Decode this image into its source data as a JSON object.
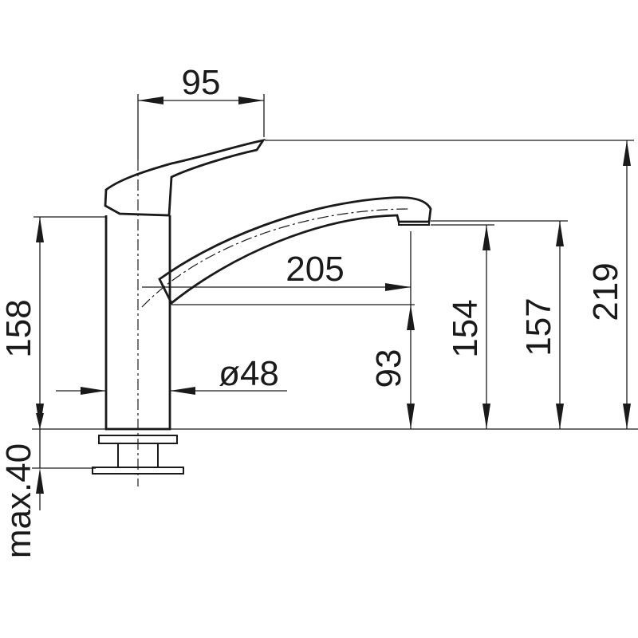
{
  "diagram": {
    "dimensions": {
      "lever_width": "95",
      "spout_reach": "205",
      "diameter": "ø48",
      "height_total": "219",
      "height_157": "157",
      "height_154": "154",
      "height_93": "93",
      "height_158": "158",
      "max_thickness": "max.40"
    },
    "colors": {
      "line": "#1a1a1a",
      "background": "#ffffff"
    }
  }
}
